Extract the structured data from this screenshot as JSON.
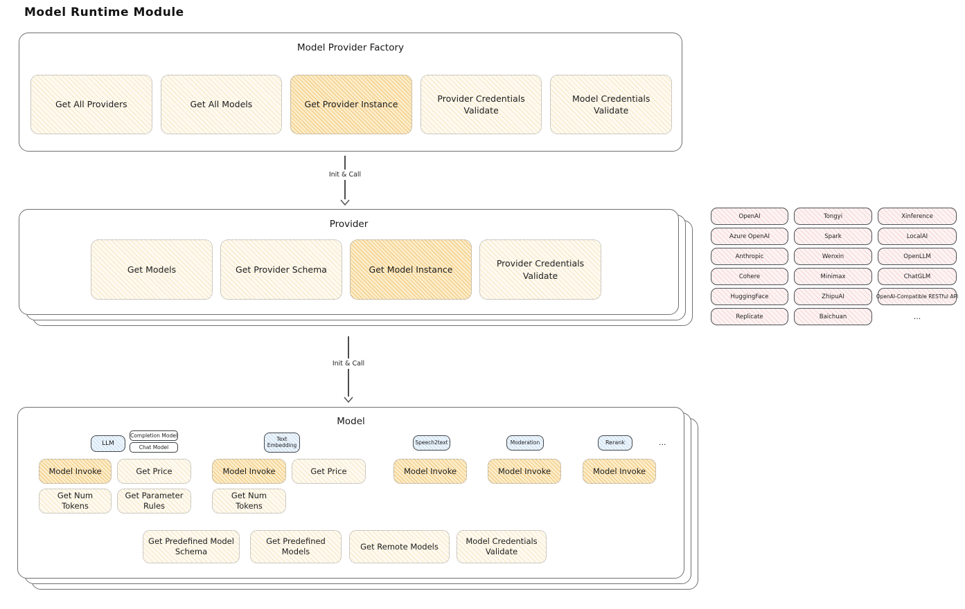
{
  "page_title": "Model Runtime Module",
  "colors": {
    "highlight_fill": "#f5c26b",
    "operation_fill": "#fff9db",
    "provider_pill_fill": "#ffd6d6",
    "tab_fill": "#cce6f8"
  },
  "factory": {
    "title": "Model Provider Factory",
    "buttons": [
      {
        "label": "Get All Providers",
        "highlighted": false
      },
      {
        "label": "Get All Models",
        "highlighted": false
      },
      {
        "label": "Get Provider Instance",
        "highlighted": true
      },
      {
        "label": "Provider Credentials Validate",
        "highlighted": false
      },
      {
        "label": "Model Credentials Validate",
        "highlighted": false
      }
    ]
  },
  "arrow1_label": "Init & Call",
  "arrow2_label": "Init & Call",
  "provider": {
    "title": "Provider",
    "buttons": [
      {
        "label": "Get Models",
        "highlighted": false
      },
      {
        "label": "Get Provider Schema",
        "highlighted": false
      },
      {
        "label": "Get Model Instance",
        "highlighted": true
      },
      {
        "label": "Provider Credentials Validate",
        "highlighted": false
      }
    ]
  },
  "provider_list": {
    "items": [
      "OpenAI",
      "Tongyi",
      "Xinference",
      "Azure OpenAI",
      "Spark",
      "LocalAI",
      "Anthropic",
      "Wenxin",
      "OpenLLM",
      "Cohere",
      "Minimax",
      "ChatGLM",
      "HuggingFace",
      "ZhipuAI",
      "OpenAI-Compatible RESTful API",
      "Replicate",
      "Baichuan"
    ],
    "more": "..."
  },
  "model": {
    "title": "Model",
    "tabs": {
      "llm": "LLM",
      "completion_model": "Completion Model",
      "chat_model": "Chat Model",
      "text_embedding": "Text Embedding",
      "speech2text": "Speech2text",
      "moderation": "Moderation",
      "rerank": "Rerank",
      "more": "..."
    },
    "groups": {
      "llm": {
        "ops": [
          "Model Invoke",
          "Get Price",
          "Get Num Tokens",
          "Get Parameter Rules"
        ]
      },
      "text_embedding": {
        "ops": [
          "Model Invoke",
          "Get Price",
          "Get Num Tokens"
        ]
      },
      "speech2text": {
        "ops": [
          "Model Invoke"
        ]
      },
      "moderation": {
        "ops": [
          "Model Invoke"
        ]
      },
      "rerank": {
        "ops": [
          "Model Invoke"
        ]
      }
    },
    "common_ops": [
      "Get Predefined Model Schema",
      "Get Predefined Models",
      "Get Remote Models",
      "Model Credentials Validate"
    ]
  }
}
